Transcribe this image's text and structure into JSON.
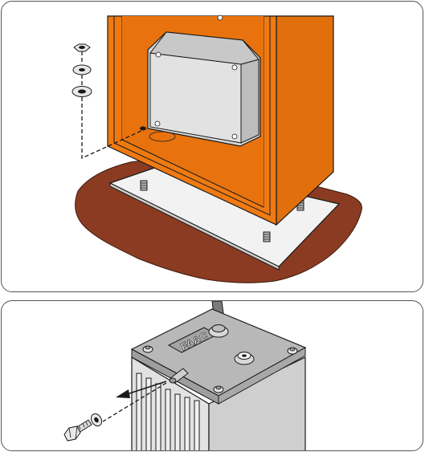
{
  "figure": {
    "top_panel": {
      "subject": "gate-post-mounting",
      "colors": {
        "post": "#ef7a12",
        "post_dark": "#c75f0a",
        "ground": "#8a3b22",
        "box": "#d6d6d6",
        "base_plate": "#f2f2f2",
        "outline": "#1a1a1a"
      },
      "icons": [
        "junction-box-icon",
        "nut-icon",
        "washer-icon",
        "anchor-bolt-icon"
      ]
    },
    "bottom_panel": {
      "subject": "motor-cover-screw",
      "brand": "FAAC",
      "colors": {
        "housing": "#d0d0d0",
        "cover": "#b8b8b8",
        "outline": "#1a1a1a",
        "arrow": "#1a1a1a"
      },
      "icons": [
        "screw-icon",
        "washer-icon",
        "cable-gland-icon",
        "arrow-left-icon"
      ]
    }
  }
}
